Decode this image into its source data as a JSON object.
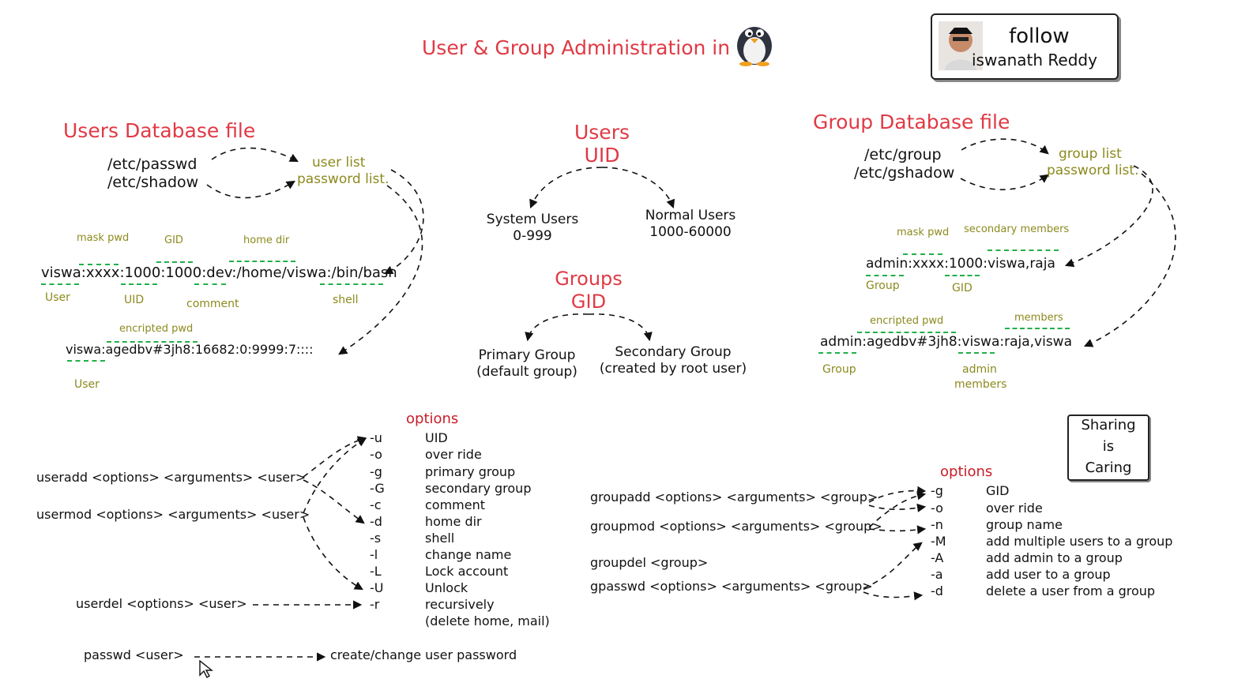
{
  "title": "User & Group Administration in",
  "follow_card": {
    "line1": "follow",
    "line2": "iswanath Reddy"
  },
  "sharing": {
    "l1": "Sharing",
    "l2": "is",
    "l3": "Caring"
  },
  "users_db": {
    "heading": "Users Database file",
    "passwd": "/etc/passwd",
    "shadow": "/etc/shadow",
    "user_list": "user list",
    "password_list": "password list.",
    "lbl_mask_pwd": "mask pwd",
    "lbl_gid": "GID",
    "lbl_home_dir": "home dir",
    "passwd_line": "viswa:xxxx:1000:1000:dev:/home/viswa:/bin/bash",
    "lbl_user": "User",
    "lbl_uid": "UID",
    "lbl_comment": "comment",
    "lbl_shell": "shell",
    "lbl_encripted_pwd": "encripted pwd",
    "shadow_line": "viswa:agedbv#3jh8:16682:0:9999:7::::",
    "lbl_user2": "User"
  },
  "center": {
    "users": "Users",
    "uid": "UID",
    "system_users": "System Users",
    "system_range": "0-999",
    "normal_users": "Normal Users",
    "normal_range": "1000-60000",
    "groups": "Groups",
    "gid": "GID",
    "primary_group": "Primary Group",
    "primary_sub": "(default group)",
    "secondary_group": "Secondary Group",
    "secondary_sub": "(created by root user)"
  },
  "group_db": {
    "heading": "Group Database file",
    "group": "/etc/group",
    "gshadow": "/etc/gshadow",
    "group_list": "group list",
    "password_list": "password list.",
    "lbl_mask_pwd": "mask pwd",
    "lbl_secondary_members": "secondary members",
    "group_line": "admin:xxxx:1000:viswa,raja",
    "lbl_group": "Group",
    "lbl_gid": "GID",
    "lbl_encripted_pwd": "encripted pwd",
    "lbl_members": "members",
    "gshadow_line": "admin:agedbv#3jh8:viswa:raja,viswa",
    "lbl_group2": "Group",
    "lbl_admin": "admin",
    "lbl_members2": "members"
  },
  "user_cmds": {
    "options_title": "options",
    "useradd": "useradd <options> <arguments> <user>",
    "usermod": "usermod <options> <arguments> <user>",
    "userdel": "userdel <options> <user>",
    "passwd": "passwd <user>",
    "passwd_desc": "create/change user password",
    "options": [
      {
        "flag": "-u",
        "desc": "UID"
      },
      {
        "flag": "-o",
        "desc": "over ride"
      },
      {
        "flag": "-g",
        "desc": "primary group"
      },
      {
        "flag": "-G",
        "desc": "secondary group"
      },
      {
        "flag": "-c",
        "desc": "comment"
      },
      {
        "flag": "-d",
        "desc": "home dir"
      },
      {
        "flag": "-s",
        "desc": "shell"
      },
      {
        "flag": "-l",
        "desc": "change name"
      },
      {
        "flag": "-L",
        "desc": "Lock account"
      },
      {
        "flag": "-U",
        "desc": "Unlock"
      },
      {
        "flag": "-r",
        "desc": "recursively"
      }
    ],
    "r_sub": "(delete home, mail)"
  },
  "group_cmds": {
    "options_title": "options",
    "groupadd": "groupadd <options> <arguments> <group>",
    "groupmod": "groupmod <options> <arguments> <group>",
    "groupdel": "groupdel <group>",
    "gpasswd": "gpasswd <options> <arguments> <group>",
    "options": [
      {
        "flag": "-g",
        "desc": "GID"
      },
      {
        "flag": "-o",
        "desc": "over ride"
      },
      {
        "flag": "-n",
        "desc": "group name"
      },
      {
        "flag": "-M",
        "desc": "add multiple users to a group"
      },
      {
        "flag": "-A",
        "desc": "add admin to a group"
      },
      {
        "flag": "-a",
        "desc": "add user to a group"
      },
      {
        "flag": "-d",
        "desc": "delete a user from a group"
      }
    ]
  },
  "icons": [
    "penguin-icon",
    "avatar-icon",
    "cursor-icon"
  ],
  "colors": {
    "title_red": "#e03a45",
    "options_red": "#c81e28",
    "olive": "#8c8a1e",
    "underline_green": "#22b04a"
  }
}
